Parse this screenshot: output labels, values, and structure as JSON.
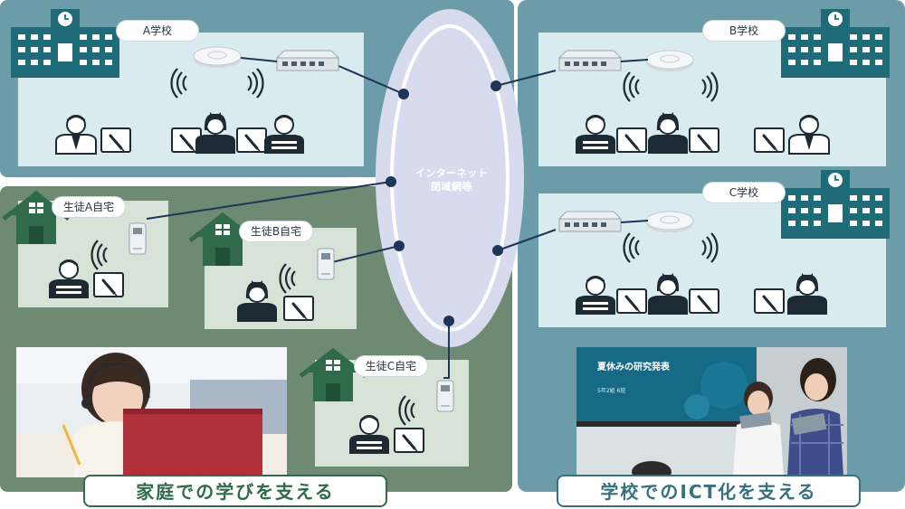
{
  "network": {
    "label_line1": "インターネット",
    "label_line2": "閉域網等"
  },
  "schools": [
    {
      "name": "A学校"
    },
    {
      "name": "B学校"
    },
    {
      "name": "C学校"
    }
  ],
  "homes": [
    {
      "name": "生徒A自宅"
    },
    {
      "name": "生徒B自宅"
    },
    {
      "name": "生徒C自宅"
    }
  ],
  "banners": {
    "home": "家庭での学びを支える",
    "school": "学校でのICT化を支える"
  },
  "slide": {
    "title": "夏休みの研究発表",
    "subtitle": "5年2組 6班"
  },
  "colors": {
    "school_bg": "#6c9ca8",
    "home_bg": "#6e8a72",
    "cloud": "#d6dcee",
    "line": "#1d3557",
    "building_school": "#1f6b78",
    "building_home": "#2f6b4a"
  }
}
